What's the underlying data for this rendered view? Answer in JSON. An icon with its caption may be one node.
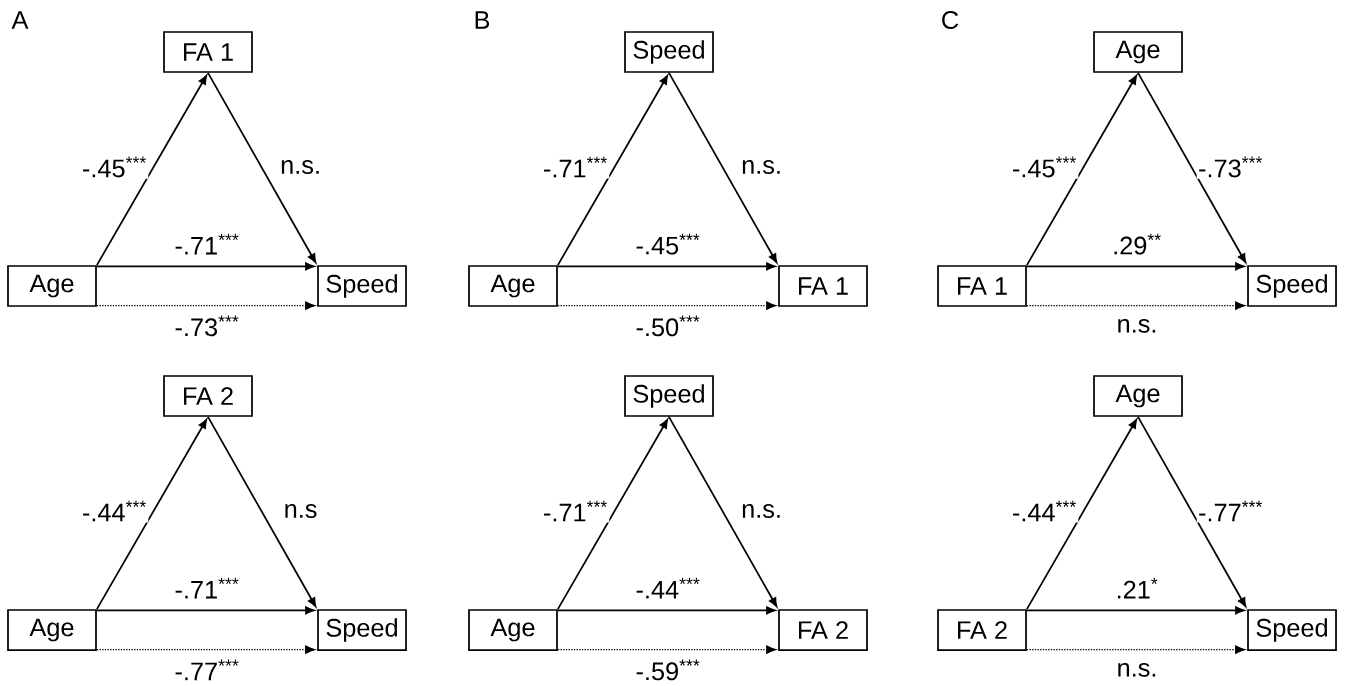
{
  "diagram": {
    "nodes": [
      {
        "text": [
          "FA 1"
        ]
      },
      {
        "text": [
          "Age"
        ]
      },
      {
        "text": [
          "Speed"
        ]
      },
      {
        "text": [
          "Speed"
        ]
      },
      {
        "text": [
          "Age"
        ]
      },
      {
        "text": [
          "FA 1"
        ]
      },
      {
        "text": [
          "Age"
        ]
      },
      {
        "text": [
          "FA 1"
        ]
      },
      {
        "text": [
          "Speed"
        ]
      },
      {
        "text": [
          "FA 2"
        ]
      },
      {
        "text": [
          "Age"
        ]
      },
      {
        "text": [
          "Speed"
        ]
      },
      {
        "text": [
          "Speed"
        ]
      },
      {
        "text": [
          "Age"
        ]
      },
      {
        "text": [
          "FA 2"
        ]
      },
      {
        "text": [
          "Age"
        ]
      },
      {
        "text": [
          "FA 2"
        ]
      },
      {
        "text": [
          "Speed"
        ]
      }
    ],
    "edges": [
      {
        "from": 1,
        "to": 0,
        "arrow": "to",
        "label": "-.45$^{***}$"
      },
      {
        "from": 0,
        "to": 2,
        "arrow": "to",
        "label": "n.s."
      },
      {
        "from": 1,
        "to": 2,
        "arrow": "to",
        "label": "-.71$^{***}$"
      },
      {
        "from": 1,
        "to": 2,
        "arrow": "to",
        "label": "-.73$^{***}$",
        "style": "dashed"
      },
      {
        "from": 4,
        "to": 3,
        "arrow": "to",
        "label": "-.71$^{***}$"
      },
      {
        "from": 3,
        "to": 5,
        "arrow": "to",
        "label": "n.s."
      },
      {
        "from": 4,
        "to": 5,
        "arrow": "to",
        "label": "-.45$^{***}$"
      },
      {
        "from": 4,
        "to": 5,
        "arrow": "to",
        "label": "-.50$^{***}$",
        "style": "dashed"
      },
      {
        "from": 7,
        "to": 6,
        "arrow": "to",
        "label": "-.45$^{***}$"
      },
      {
        "from": 6,
        "to": 8,
        "arrow": "to",
        "label": "-.73$^{***}$"
      },
      {
        "from": 7,
        "to": 8,
        "arrow": "to",
        "label": ".29$^{**}$"
      },
      {
        "from": 7,
        "to": 8,
        "arrow": "to",
        "label": "n.s.",
        "style": "dashed"
      },
      {
        "from": 10,
        "to": 9,
        "arrow": "to",
        "label": "-.44$^{***}$"
      },
      {
        "from": 9,
        "to": 11,
        "arrow": "to",
        "label": "n.s"
      },
      {
        "from": 10,
        "to": 11,
        "arrow": "to",
        "label": "-.71$^{***}$"
      },
      {
        "from": 10,
        "to": 11,
        "arrow": "to",
        "label": "-.77$^{***}$",
        "style": "dashed"
      },
      {
        "from": 13,
        "to": 12,
        "arrow": "to",
        "label": "-.71$^{***}$"
      },
      {
        "from": 12,
        "to": 14,
        "arrow": "to",
        "label": "n.s."
      },
      {
        "from": 13,
        "to": 14,
        "arrow": "to",
        "label": "-.44$^{***}$"
      },
      {
        "from": 13,
        "to": 14,
        "arrow": "to",
        "label": "-.59$^{***}$",
        "style": "dashed"
      },
      {
        "from": 16,
        "to": 15,
        "arrow": "to",
        "label": "-.44$^{***}$"
      },
      {
        "from": 15,
        "to": 17,
        "arrow": "to",
        "label": "-.77$^{***}$"
      },
      {
        "from": 16,
        "to": 17,
        "arrow": "to",
        "label": ".21$^{*}$"
      },
      {
        "from": 16,
        "to": 17,
        "arrow": "to",
        "label": "n.s.",
        "style": "dashed"
      }
    ],
    "labels": [
      "A",
      "B",
      "C"
    ]
  }
}
